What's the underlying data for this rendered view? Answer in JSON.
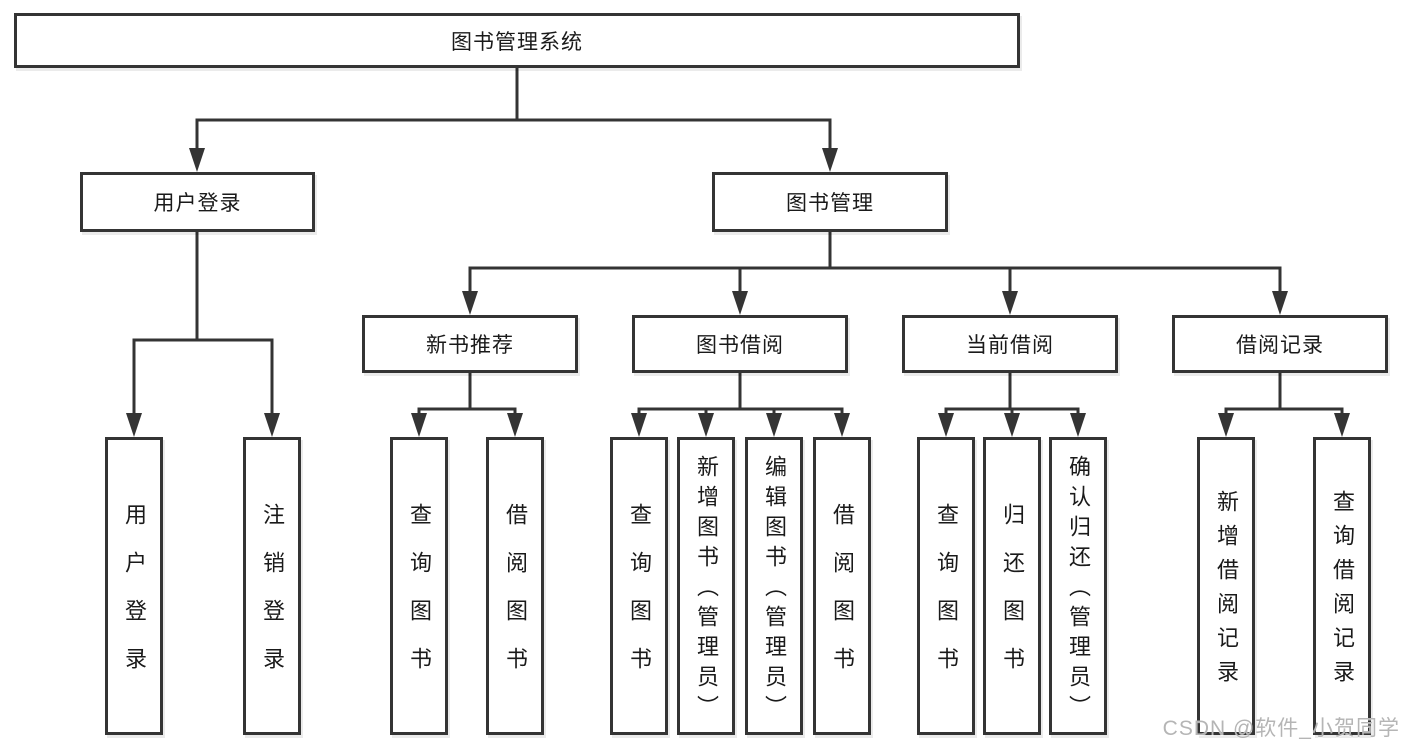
{
  "diagram": {
    "root": {
      "label": "图书管理系统"
    },
    "branches": [
      {
        "label": "用户登录",
        "leaves": [
          {
            "label": "用户登录"
          },
          {
            "label": "注销登录"
          }
        ]
      },
      {
        "label": "图书管理",
        "sections": [
          {
            "label": "新书推荐",
            "leaves": [
              {
                "label": "查询图书"
              },
              {
                "label": "借阅图书"
              }
            ]
          },
          {
            "label": "图书借阅",
            "leaves": [
              {
                "label": "查询图书"
              },
              {
                "label": "新增图书（管理员）"
              },
              {
                "label": "编辑图书（管理员）"
              },
              {
                "label": "借阅图书"
              }
            ]
          },
          {
            "label": "当前借阅",
            "leaves": [
              {
                "label": "查询图书"
              },
              {
                "label": "归还图书"
              },
              {
                "label": "确认归还（管理员）"
              }
            ]
          },
          {
            "label": "借阅记录",
            "leaves": [
              {
                "label": "新增借阅记录"
              },
              {
                "label": "查询借阅记录"
              }
            ]
          }
        ]
      }
    ]
  },
  "colors": {
    "line": "#343434",
    "box_border": "#343434",
    "text": "#1a1a1a",
    "background": "#ffffff",
    "watermark": "#b5b5b5"
  },
  "watermark": {
    "text": "CSDN @软件_小贺同学"
  }
}
